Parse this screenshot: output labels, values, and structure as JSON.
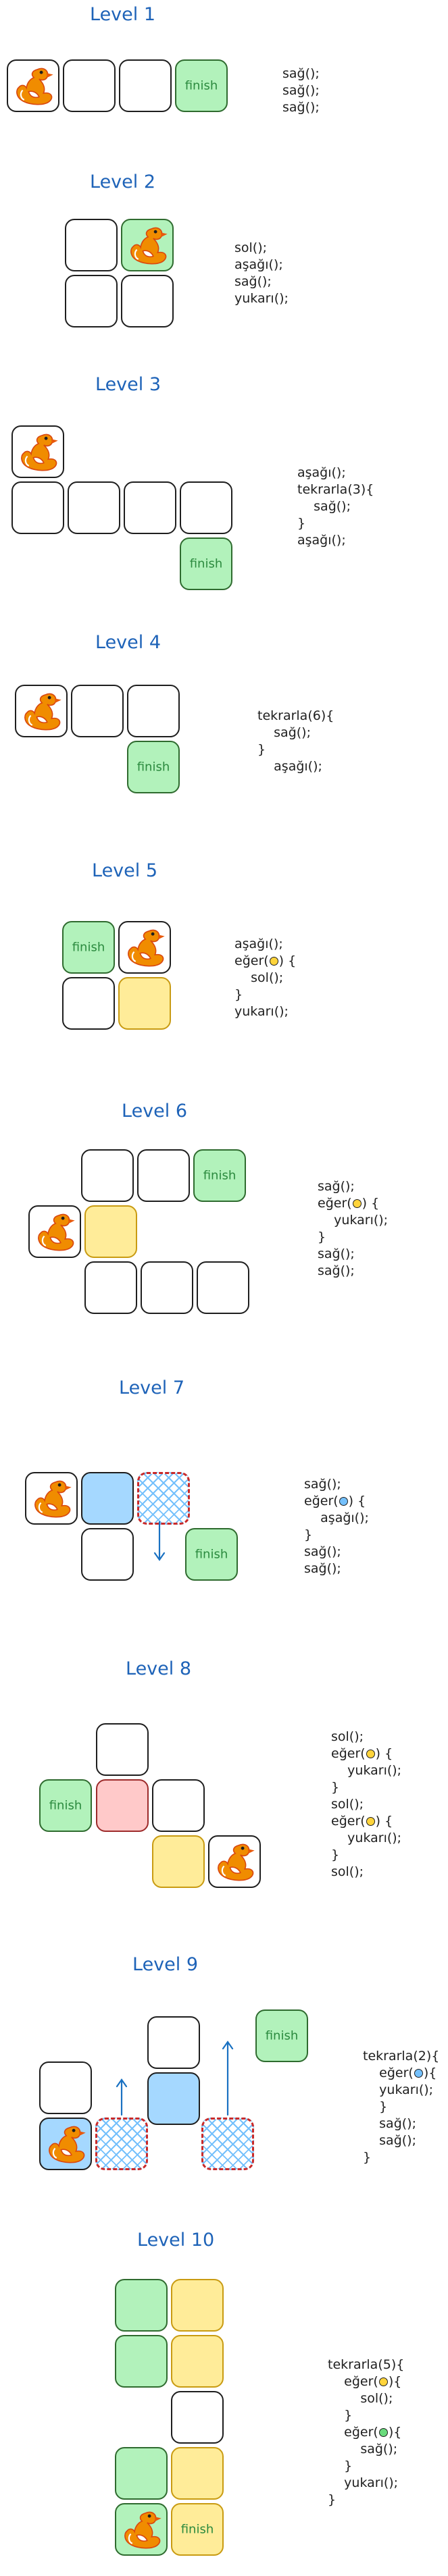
{
  "levels": [
    {
      "title": "Level 1",
      "code": [
        "sağ();",
        "sağ();",
        "sağ();"
      ]
    },
    {
      "title": "Level 2",
      "code": [
        "sol();",
        "aşağı();",
        "sağ();",
        "yukarı();"
      ]
    },
    {
      "title": "Level 3",
      "code": [
        "aşağı();",
        "tekrarla(3){",
        "    sağ();",
        "}",
        "aşağı();"
      ]
    },
    {
      "title": "Level 4",
      "code": [
        "tekrarla(6){",
        "    sağ();",
        "}",
        "    aşağı();"
      ]
    },
    {
      "title": "Level 5",
      "code": [
        "aşağı();",
        "eğer(|yellow|) {",
        "    sol();",
        "}",
        "yukarı();"
      ]
    },
    {
      "title": "Level 6",
      "code": [
        "sağ();",
        "eğer(|yellow|) {",
        "    yukarı();",
        "}",
        "sağ();",
        "sağ();"
      ]
    },
    {
      "title": "Level 7",
      "code": [
        "sağ();",
        "eğer(|blue|) {",
        "    aşağı();",
        "}",
        "sağ();",
        "sağ();"
      ]
    },
    {
      "title": "Level 8",
      "code": [
        "sol();",
        "eğer(|yellow|) {",
        "    yukarı();",
        "}",
        "sol();",
        "eğer(|yellow|) {",
        "    yukarı();",
        "}",
        "sol();"
      ]
    },
    {
      "title": "Level 9",
      "code": [
        "tekrarla(2){",
        "    eğer(|blue|){",
        "    yukarı();",
        "    }",
        "    sağ();",
        "    sağ();",
        "}"
      ]
    },
    {
      "title": "Level 10",
      "code": [
        "tekrarla(5){",
        "    eğer(|yellow|){",
        "        sol();",
        "    }",
        "    eğer(|green|){",
        "        sağ();",
        "    }",
        "    yukarı();",
        "}"
      ]
    }
  ],
  "finish_label": "finish",
  "colors": {
    "title": "#1e63b8",
    "green": "#b2f2bb",
    "yellow": "#ffec99",
    "blue": "#a5d8ff",
    "pink": "#ffc9c9",
    "hatch_border": "#c92a2a",
    "duck": "#f08c00"
  },
  "icons": {
    "character": "duck-icon",
    "direction": "arrow-icon"
  }
}
